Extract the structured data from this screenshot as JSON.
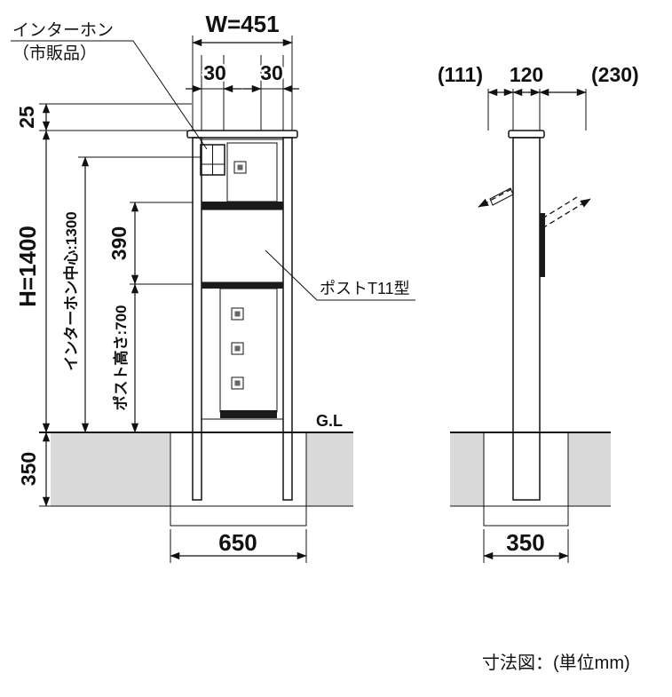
{
  "drawing": {
    "caption": "寸法図：(単位mm)",
    "colors": {
      "line": "#111111",
      "ground_fill": "#d9d9d9",
      "cap_fill": "#e8e8e8",
      "band_fill": "#1a1a1a"
    },
    "front_view": {
      "callouts": {
        "intercom_line1": "インターホン",
        "intercom_line2": "（市販品）",
        "post_model": "ポストT11型",
        "ground_line": "G.L"
      },
      "dims": {
        "total_width": "W=451",
        "left_inset": "30",
        "right_inset": "30",
        "top_offset": "25",
        "total_height": "H=1400",
        "intercom_center": "インターホン中心:1300",
        "upper_section": "390",
        "post_height": "ポスト高さ:700",
        "embed_depth": "350",
        "footing_width": "650"
      }
    },
    "side_view": {
      "dims": {
        "front_offset": "(111)",
        "post_depth": "120",
        "rear_offset": "(230)",
        "footing_width": "350"
      }
    }
  }
}
